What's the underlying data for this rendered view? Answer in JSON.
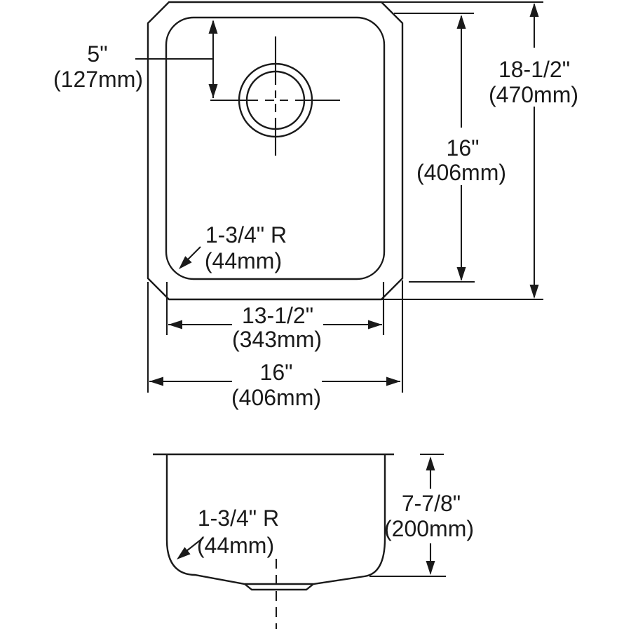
{
  "background": "#ffffff",
  "line_color": "#1a1a1a",
  "plan_view": {
    "drain_offset": {
      "inches": "5\"",
      "mm": "(127mm)"
    },
    "overall_front_to_back": {
      "inches": "18-1/2\"",
      "mm": "(470mm)"
    },
    "bowl_front_to_back": {
      "inches": "16\"",
      "mm": "(406mm)"
    },
    "corner_radius": {
      "label": "1-3/4\" R",
      "mm": "(44mm)"
    },
    "bowl_width": {
      "inches": "13-1/2\"",
      "mm": "(343mm)"
    },
    "overall_width": {
      "inches": "16\"",
      "mm": "(406mm)"
    }
  },
  "section_view": {
    "corner_radius": {
      "label": "1-3/4\" R",
      "mm": "(44mm)"
    },
    "bowl_depth": {
      "inches": "7-7/8\"",
      "mm": "(200mm)"
    }
  }
}
